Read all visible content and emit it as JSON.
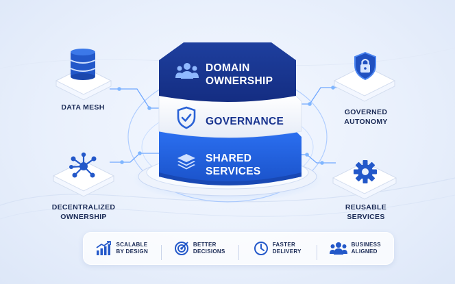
{
  "layers": {
    "top": {
      "line1": "DOMAIN",
      "line2": "OWNERSHIP"
    },
    "middle": {
      "label": "GOVERNANCE"
    },
    "bottom": {
      "line1": "SHARED",
      "line2": "SERVICES"
    }
  },
  "nodes": {
    "data_mesh": {
      "label": "DATA MESH",
      "icon": "database-icon"
    },
    "decentralized": {
      "line1": "DECENTRALIZED",
      "line2": "OWNERSHIP",
      "icon": "network-icon"
    },
    "governed": {
      "line1": "GOVERNED",
      "line2": "AUTONOMY",
      "icon": "shield-lock-icon"
    },
    "reusable": {
      "line1": "REUSABLE",
      "line2": "SERVICES",
      "icon": "gear-icon"
    }
  },
  "benefits": [
    {
      "line1": "SCALABLE",
      "line2": "BY DESIGN",
      "icon": "growth-chart-icon"
    },
    {
      "line1": "BETTER",
      "line2": "DECISIONS",
      "icon": "target-icon"
    },
    {
      "line1": "FASTER",
      "line2": "DELIVERY",
      "icon": "clock-icon"
    },
    {
      "line1": "BUSINESS",
      "line2": "ALIGNED",
      "icon": "team-icon"
    }
  ],
  "colors": {
    "navy": "#17338f",
    "blue": "#1f5fdb",
    "accent": "#3f86f5",
    "text": "#1b2b56"
  }
}
